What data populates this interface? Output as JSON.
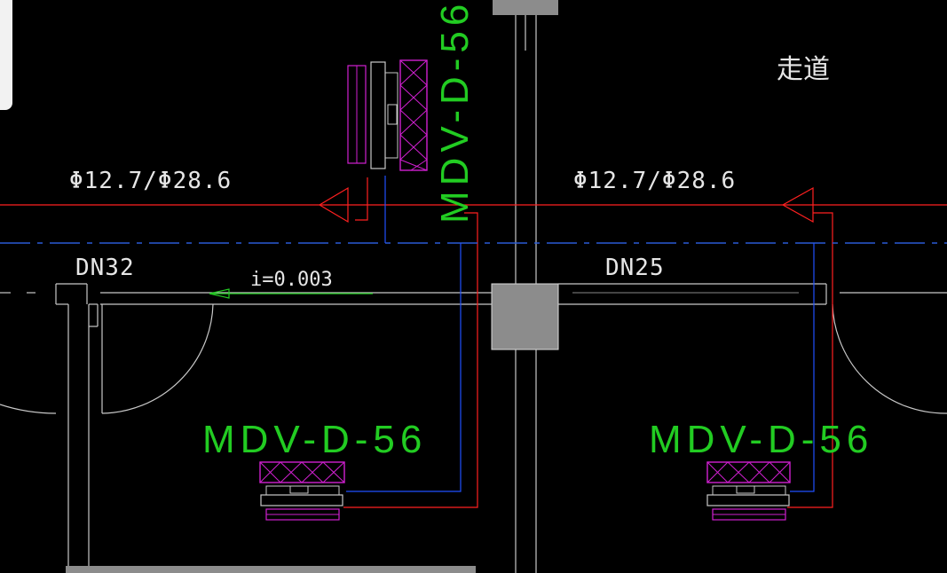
{
  "drawing": {
    "colors": {
      "background": "#000000",
      "wall": "#c8c8c8",
      "refrigerant_gas": "#ff2020",
      "refrigerant_liquid_dashed": "#2a5bd6",
      "condensate": "#2050ff",
      "label_green": "#22cc22",
      "unit_filter": "#d020d0",
      "column_fill": "#8c8c8c",
      "arrow_green": "#22cc22"
    },
    "labels": {
      "pipe_size_left": "Φ12.7/Φ28.6",
      "pipe_size_right": "Φ12.7/Φ28.6",
      "drain_size_left": "DN32",
      "drain_size_right": "DN25",
      "slope": "i=0.003",
      "room_name": "走道",
      "unit_model_top": "MDV-D-56",
      "unit_model_left": "MDV-D-56",
      "unit_model_right": "MDV-D-56"
    },
    "icons": [
      "flow-arrow-icon",
      "slope-arrow-icon"
    ]
  }
}
